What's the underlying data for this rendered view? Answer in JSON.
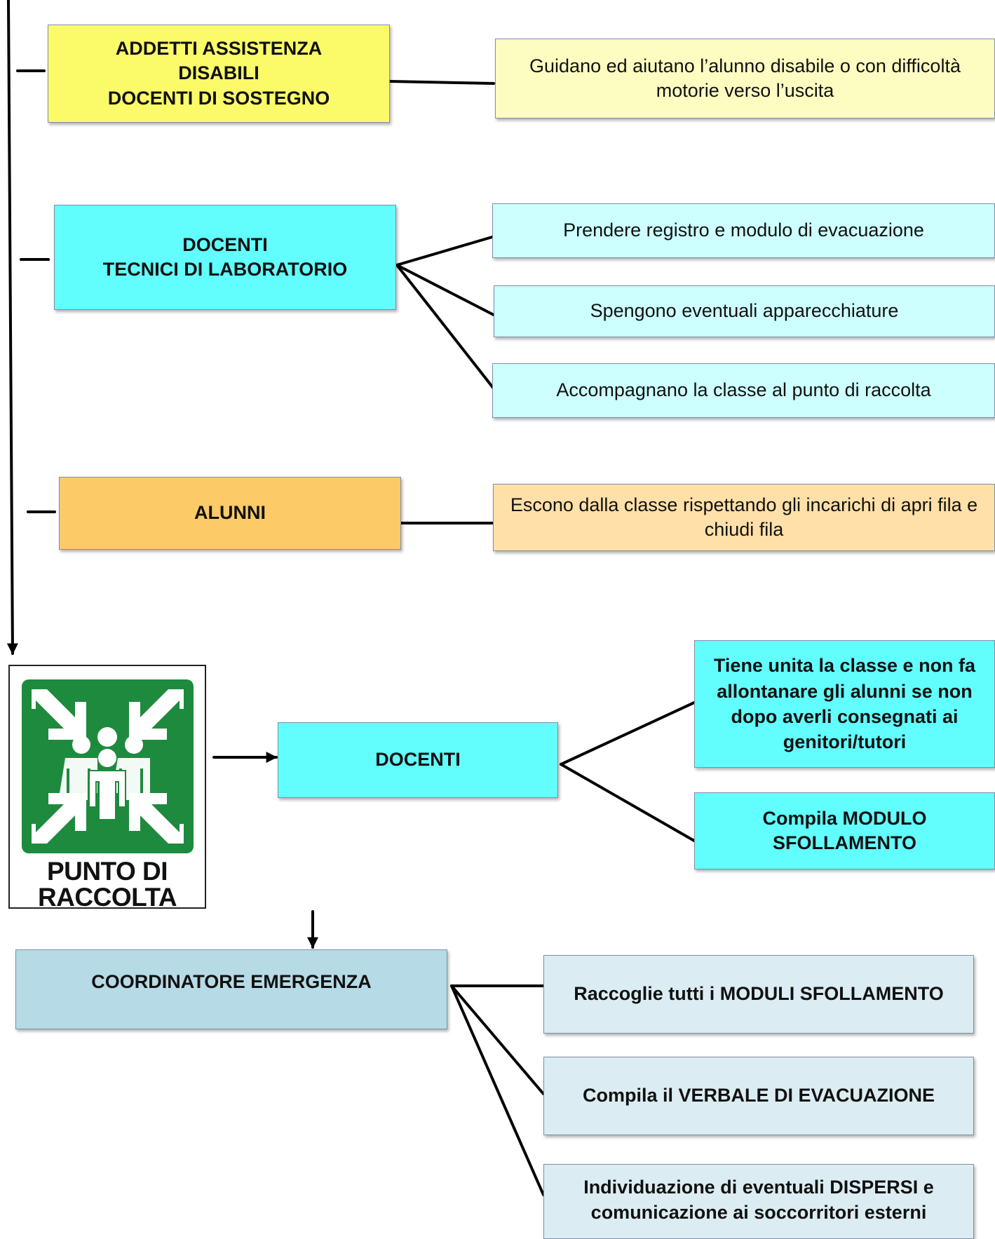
{
  "colors": {
    "yellow_role": "#fbfb6a",
    "yellow_task": "#fdfdc2",
    "cyan_role": "#62fefe",
    "cyan_task": "#ccfffe",
    "orange_role": "#fdca68",
    "orange_task": "#fee0a8",
    "blue_role": "#b6dbe7",
    "blue_task": "#dbedf3",
    "sign_green": "#1e8a3e",
    "line": "#000000"
  },
  "roles": {
    "addetti": "ADDETTI ASSISTENZA\nDISABILI\nDOCENTI DI SOSTEGNO",
    "docenti_tecnici": "DOCENTI\nTECNICI DI LABORATORIO",
    "alunni": "ALUNNI",
    "docenti_raccolta": "DOCENTI",
    "coordinatore": "COORDINATORE EMERGENZA"
  },
  "tasks": {
    "addetti_1": "Guidano ed aiutano l’alunno disabile o con difficoltà motorie verso l’uscita",
    "docenti_1": "Prendere registro e modulo di evacuazione",
    "docenti_2": "Spengono eventuali apparecchiature",
    "docenti_3": "Accompagnano la classe al punto di raccolta",
    "alunni_1": "Escono dalla classe rispettando gli incarichi di apri fila e chiudi fila",
    "raccolta_1": "Tiene unita la classe e non fa allontanare gli alunni se non dopo averli consegnati ai genitori/tutori",
    "raccolta_2": "Compila MODULO SFOLLAMENTO",
    "coord_1": "Raccoglie tutti i MODULI SFOLLAMENTO",
    "coord_2": "Compila il VERBALE DI EVACUAZIONE",
    "coord_3": "Individuazione di eventuali DISPERSI e comunicazione ai soccorritori esterni"
  },
  "sign": {
    "label": "PUNTO DI\nRACCOLTA",
    "icon": "assembly-point-icon"
  }
}
